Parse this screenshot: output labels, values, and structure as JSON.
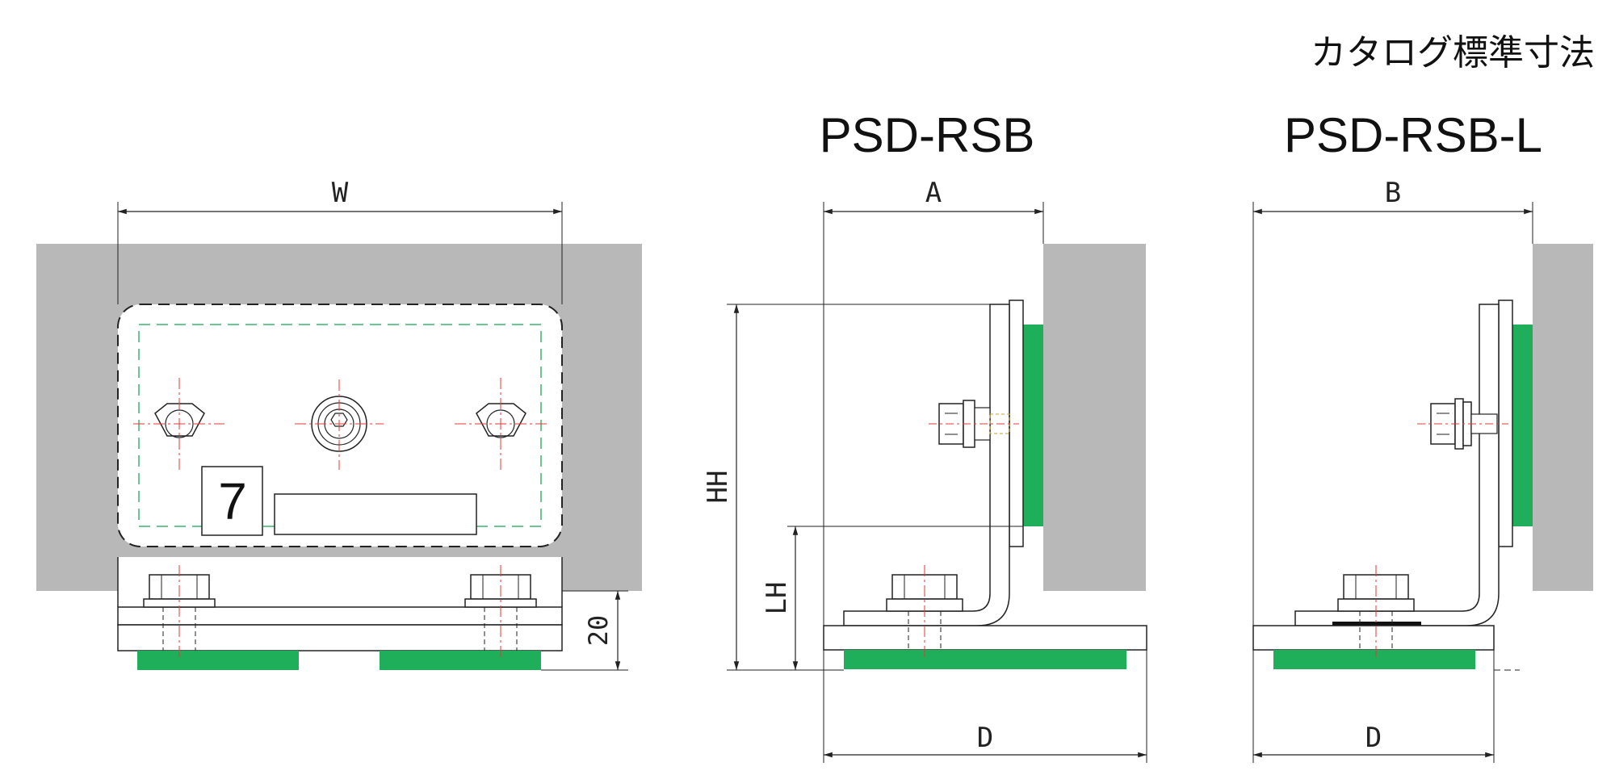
{
  "heading": "カタログ標準寸法",
  "titles": {
    "rsb": "PSD-RSB",
    "rsb_l": "PSD-RSB-L"
  },
  "front_view": {
    "dim_w": "W",
    "dim_20": "20",
    "number_plate": "7"
  },
  "rsb_view": {
    "dim_a": "A",
    "dim_hh": "HH",
    "dim_lh": "LH",
    "dim_d": "D"
  },
  "rsbl_view": {
    "dim_b": "B",
    "dim_d": "D"
  },
  "colors": {
    "wall_gray": "#b8b8b8",
    "pad_green": "#1fae5a",
    "line": "#222222",
    "center_red": "#e53935",
    "hidden_green": "#3cb371"
  }
}
